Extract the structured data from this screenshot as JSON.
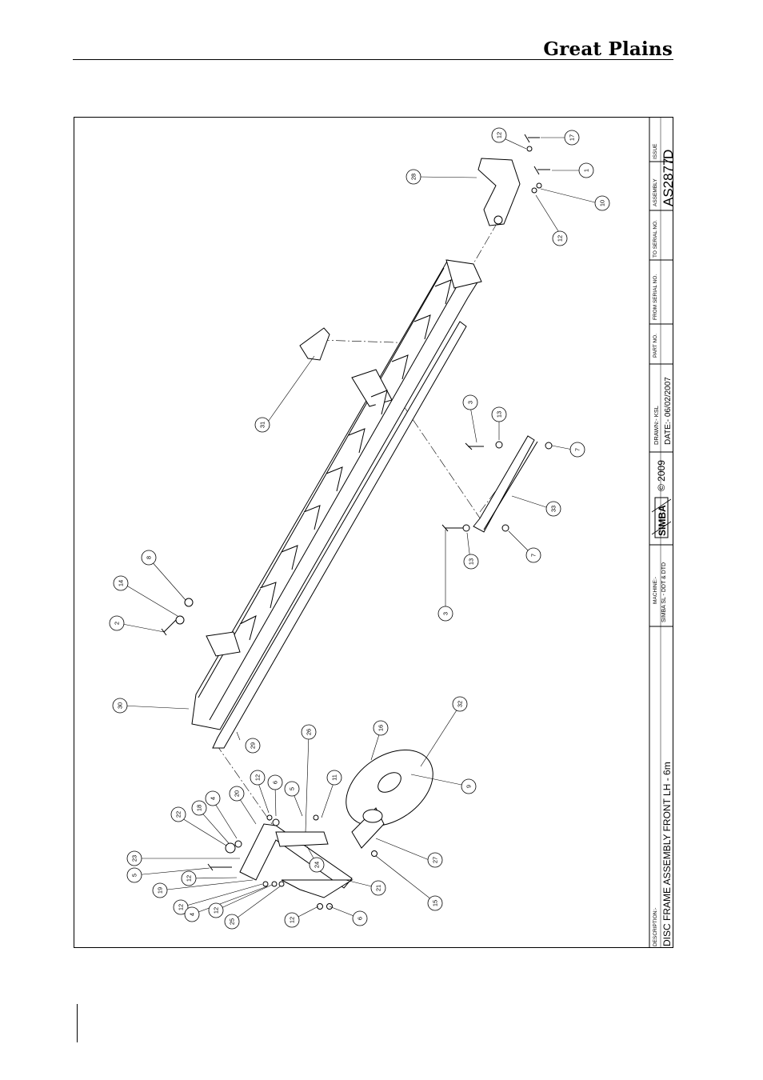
{
  "header": {
    "brand": "Great Plains"
  },
  "title_block": {
    "description_label": "DESCRIPTION:-",
    "description": "DISC FRAME ASSEMBLY FRONT LH - 6m",
    "machine_label": "MACHINE:-",
    "machine": "SIMBA SL - DDT & DTD",
    "logo": "SIMBA",
    "copyright": "© 2009",
    "drawn": "DRAWN:-  KSL",
    "date": "DATE:-  06/02/2007",
    "part_no_label": "PART NO.",
    "from_serial_label": "FROM SERIAL NO.",
    "to_serial_label": "TO SERIAL NO.",
    "assembly_label": "ASSEMBLY",
    "assembly": "AS2877",
    "issue_label": "ISSUE",
    "issue": "D"
  },
  "balloons": [
    {
      "n": "12"
    },
    {
      "n": "17"
    },
    {
      "n": "1"
    },
    {
      "n": "28"
    },
    {
      "n": "10"
    },
    {
      "n": "12"
    },
    {
      "n": "31"
    },
    {
      "n": "3"
    },
    {
      "n": "13"
    },
    {
      "n": "7"
    },
    {
      "n": "33"
    },
    {
      "n": "7"
    },
    {
      "n": "13"
    },
    {
      "n": "3"
    },
    {
      "n": "8"
    },
    {
      "n": "14"
    },
    {
      "n": "2"
    },
    {
      "n": "30"
    },
    {
      "n": "29"
    },
    {
      "n": "32"
    },
    {
      "n": "16"
    },
    {
      "n": "9"
    },
    {
      "n": "26"
    },
    {
      "n": "11"
    },
    {
      "n": "5"
    },
    {
      "n": "6"
    },
    {
      "n": "12"
    },
    {
      "n": "20"
    },
    {
      "n": "4"
    },
    {
      "n": "18"
    },
    {
      "n": "22"
    },
    {
      "n": "24"
    },
    {
      "n": "27"
    },
    {
      "n": "15"
    },
    {
      "n": "21"
    },
    {
      "n": "23"
    },
    {
      "n": "5"
    },
    {
      "n": "12"
    },
    {
      "n": "19"
    },
    {
      "n": "12"
    },
    {
      "n": "4"
    },
    {
      "n": "12"
    },
    {
      "n": "25"
    },
    {
      "n": "12"
    },
    {
      "n": "6"
    }
  ]
}
